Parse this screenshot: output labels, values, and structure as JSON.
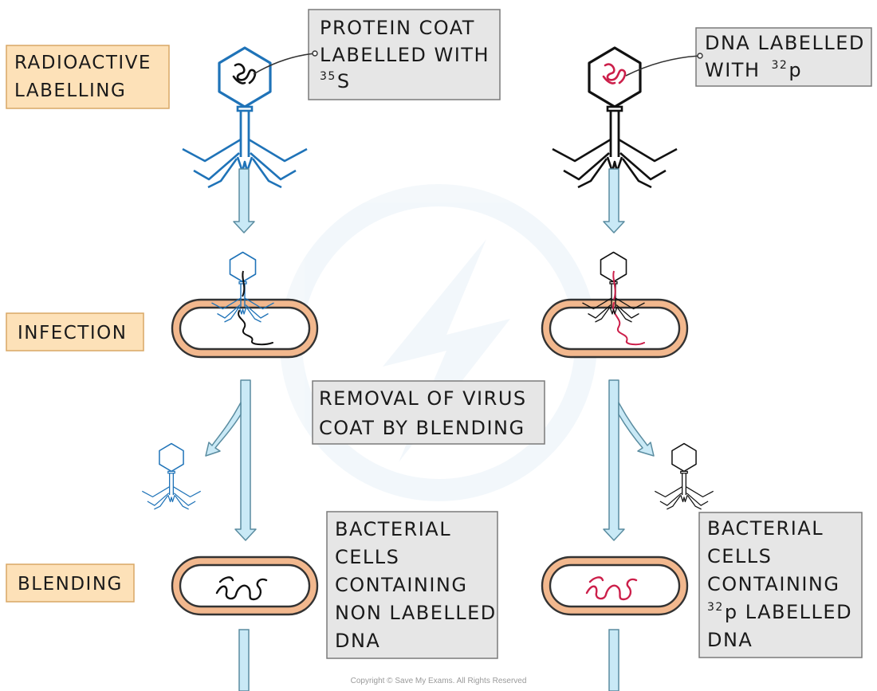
{
  "stages": {
    "radioactive_labelling": [
      "RADIOACTIVE",
      "LABELLING"
    ],
    "infection": "INFECTION",
    "blending": "BLENDING"
  },
  "callouts": {
    "protein_coat": {
      "line1": "PROTEIN COAT",
      "line2": "LABELLED WITH",
      "isotope_sup": "35",
      "isotope_sym": "S"
    },
    "dna_labelled": {
      "line1": "DNA LABELLED",
      "line2_prefix": "WITH",
      "isotope_sup": "32",
      "isotope_sym": "p"
    },
    "removal": [
      "REMOVAL OF VIRUS",
      "COAT BY BLENDING"
    ],
    "bacteria_left": [
      "BACTERIAL",
      "CELLS",
      "CONTAINING",
      "NON LABELLED",
      "DNA"
    ],
    "bacteria_right": {
      "line1": "BACTERIAL",
      "line2": "CELLS",
      "line3": "CONTAINING",
      "isotope_sup": "32",
      "line4_rest": "p LABELLED",
      "line5": "DNA"
    }
  },
  "copyright": "Copyright © Save My Exams. All Rights Reserved",
  "colors": {
    "stage_box_fill": "#fde1b8",
    "stage_box_stroke": "#d9a766",
    "callout_fill": "#e6e6e6",
    "callout_stroke": "#7a7a7a",
    "arrow_fill": "#c9e9f6",
    "arrow_stroke": "#5a8ca0",
    "cell_outer": "#f2b88e",
    "cell_stroke": "#333333",
    "sulfur_phage": "#1f73b8",
    "phosphorus_dna": "#cc1f4a",
    "black_phage": "#111111"
  }
}
